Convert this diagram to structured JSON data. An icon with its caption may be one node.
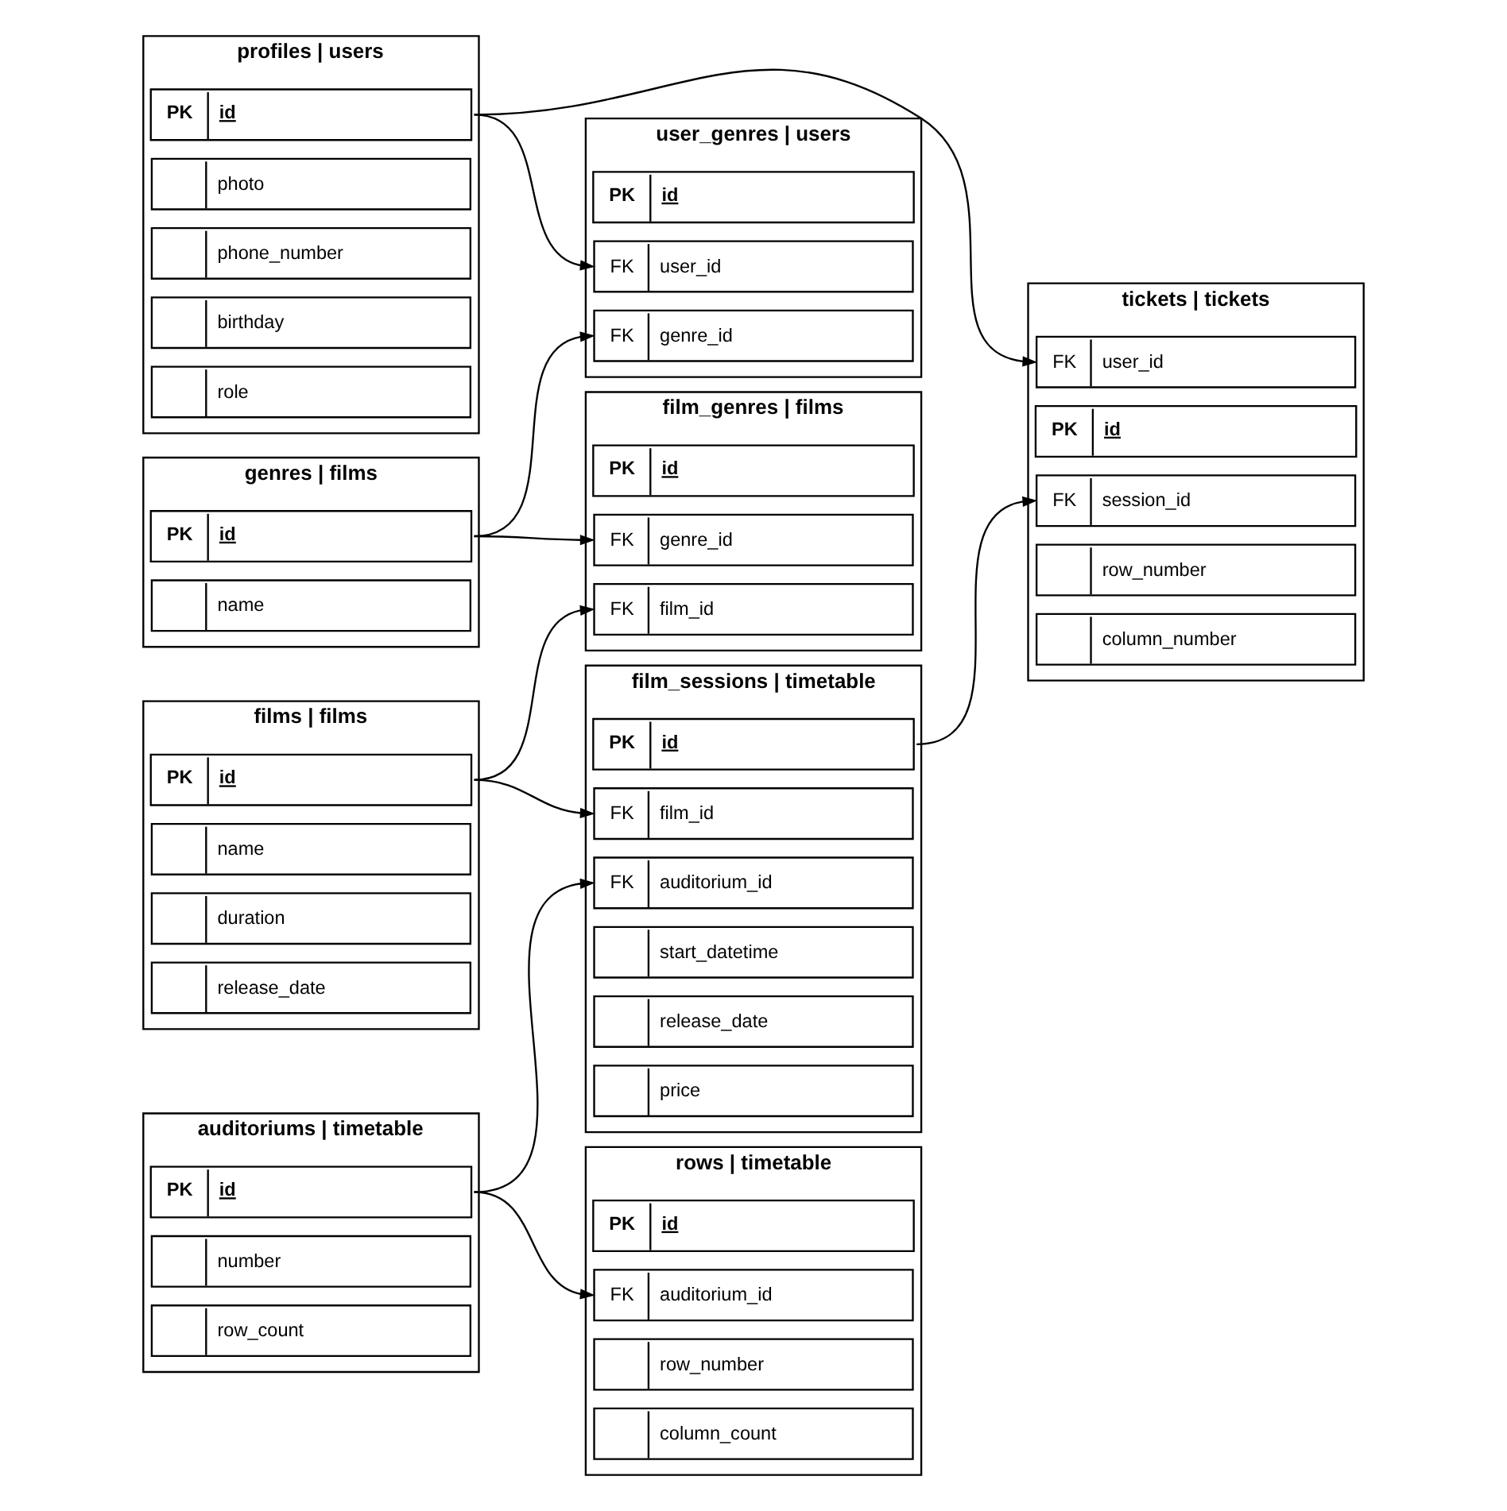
{
  "diagram": {
    "nodes": [
      {
        "text": [
          "profiles | users"
        ]
      },
      {
        "text": [
          "PK",
          "id"
        ],
        "in": 0
      },
      {
        "text": [
          "photo"
        ],
        "in": 0
      },
      {
        "text": [
          "phone_number"
        ],
        "in": 0
      },
      {
        "text": [
          "birthday"
        ],
        "in": 0
      },
      {
        "text": [
          "role"
        ],
        "in": 0
      },
      {
        "text": [
          "user_genres | users"
        ]
      },
      {
        "text": [
          "PK",
          "id"
        ],
        "in": 6
      },
      {
        "text": [
          "FK",
          "user_id"
        ],
        "in": 6
      },
      {
        "text": [
          "FK",
          "genre_id"
        ],
        "in": 6
      },
      {
        "text": [
          "genres | films"
        ]
      },
      {
        "text": [
          "PK",
          "id"
        ],
        "in": 10
      },
      {
        "text": [
          "name"
        ],
        "in": 10
      },
      {
        "text": [
          "films | films"
        ]
      },
      {
        "text": [
          "PK",
          "id"
        ],
        "in": 13
      },
      {
        "text": [
          "name"
        ],
        "in": 13
      },
      {
        "text": [
          "duration"
        ],
        "in": 13
      },
      {
        "text": [
          "release_date"
        ],
        "in": 13
      },
      {
        "text": [
          "film_genres | films"
        ]
      },
      {
        "text": [
          "PK",
          "id"
        ],
        "in": 18
      },
      {
        "text": [
          "FK",
          "film_id"
        ],
        "in": 18
      },
      {
        "text": [
          "FK",
          "genre_id"
        ],
        "in": 18
      },
      {
        "text": [
          "film_sessions | timetable"
        ]
      },
      {
        "text": [
          "PK",
          "id"
        ],
        "in": 22
      },
      {
        "text": [
          "FK",
          "film_id"
        ],
        "in": 22
      },
      {
        "text": [
          "FK",
          "auditorium_id"
        ],
        "in": 22
      },
      {
        "text": [
          "start_datetime"
        ],
        "in": 22
      },
      {
        "text": [
          "release_date"
        ],
        "in": 22
      },
      {
        "text": [
          "price"
        ],
        "in": 22
      },
      {
        "text": [
          "auditoriums | timetable"
        ]
      },
      {
        "text": [
          "PK",
          "id"
        ],
        "in": 29
      },
      {
        "text": [
          "number"
        ],
        "in": 29
      },
      {
        "text": [
          "row_count"
        ],
        "in": 29
      },
      {
        "text": [
          "rows | timetable"
        ]
      },
      {
        "text": [
          "PK",
          "id"
        ],
        "in": 33
      },
      {
        "text": [
          "FK",
          "auditorium_id"
        ],
        "in": 33
      },
      {
        "text": [
          "row_number"
        ],
        "in": 33
      },
      {
        "text": [
          "column_count"
        ],
        "in": 33
      },
      {
        "text": [
          "tickets | tickets"
        ]
      },
      {
        "text": [
          "PK",
          "id"
        ],
        "in": 38
      },
      {
        "text": [
          "FK",
          "session_id"
        ],
        "in": 38
      },
      {
        "text": [
          "FK",
          "user_id"
        ],
        "in": 38
      },
      {
        "text": [
          "row_number"
        ],
        "in": 38
      },
      {
        "text": [
          "column_number"
        ],
        "in": 38
      }
    ],
    "edges": [
      {
        "from": 1,
        "to": 8,
        "arrow": "to"
      },
      {
        "from": 11,
        "to": 9,
        "arrow": "to"
      },
      {
        "from": 11,
        "to": 21,
        "arrow": "to"
      },
      {
        "from": 14,
        "to": 20,
        "arrow": "to"
      },
      {
        "from": 14,
        "to": 24,
        "arrow": "to"
      },
      {
        "from": 30,
        "to": 25,
        "arrow": "to"
      },
      {
        "from": 30,
        "to": 35,
        "arrow": "to"
      },
      {
        "from": 23,
        "to": 40,
        "arrow": "to"
      },
      {
        "from": 1,
        "to": 41,
        "arrow": "to"
      }
    ]
  }
}
